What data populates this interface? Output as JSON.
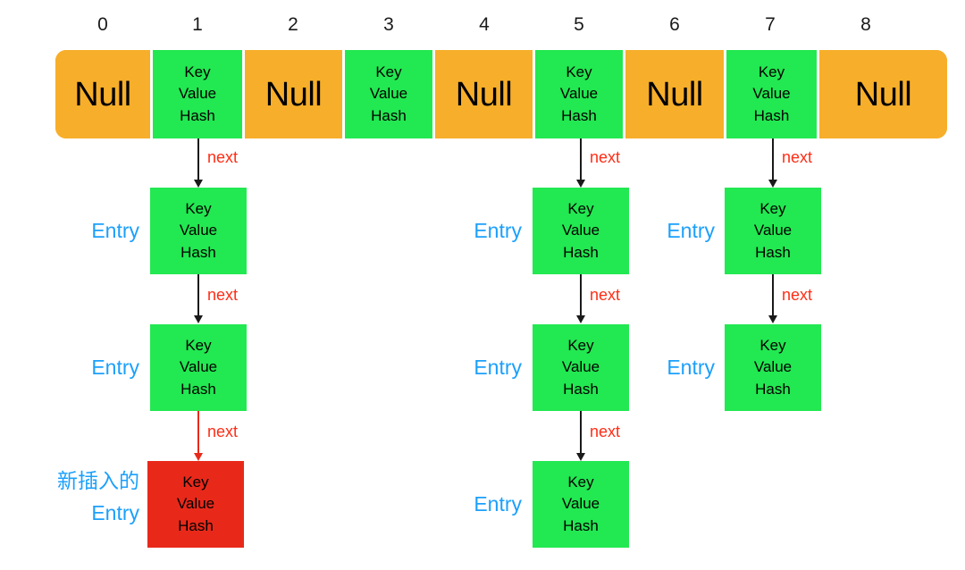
{
  "diagram": {
    "title": "HashMap bucket array with separate chaining",
    "colors": {
      "bucket_null": "#F7AE2A",
      "entry_green": "#22E851",
      "entry_new_red": "#E8291A",
      "label_blue": "#1CA0FB",
      "next_red": "#FF2D16",
      "arrow_black": "#1a1a1a",
      "background": "#FFFFFF"
    },
    "node_text": {
      "key": "Key",
      "value": "Value",
      "hash": "Hash"
    },
    "null_text": "Null",
    "next_text": "next",
    "entry_text": "Entry",
    "new_entry_text_cn": "新插入的",
    "new_entry_text_en": "Entry"
  },
  "bucket_indices": [
    "0",
    "1",
    "2",
    "3",
    "4",
    "5",
    "6",
    "7",
    "8"
  ],
  "buckets": [
    {
      "index": "0",
      "state": "Null",
      "label": "Null"
    },
    {
      "index": "1",
      "state": "Entry",
      "label": "Key Value Hash"
    },
    {
      "index": "2",
      "state": "Null",
      "label": "Null"
    },
    {
      "index": "3",
      "state": "Entry",
      "label": "Key Value Hash"
    },
    {
      "index": "4",
      "state": "Null",
      "label": "Null"
    },
    {
      "index": "5",
      "state": "Entry",
      "label": "Key Value Hash"
    },
    {
      "index": "6",
      "state": "Null",
      "label": "Null"
    },
    {
      "index": "7",
      "state": "Entry",
      "label": "Key Value Hash"
    },
    {
      "index": "8",
      "state": "Null",
      "label": "Null"
    }
  ],
  "chains": [
    {
      "bucket_index": "1",
      "nodes": [
        {
          "side_label": "Entry",
          "color": "green",
          "key": "Key",
          "value": "Value",
          "hash": "Hash",
          "incoming_arrow": "black",
          "incoming_label": "next"
        },
        {
          "side_label": "Entry",
          "color": "green",
          "key": "Key",
          "value": "Value",
          "hash": "Hash",
          "incoming_arrow": "black",
          "incoming_label": "next"
        },
        {
          "side_label_cn": "新插入的",
          "side_label": "Entry",
          "color": "red",
          "key": "Key",
          "value": "Value",
          "hash": "Hash",
          "incoming_arrow": "red",
          "incoming_label": "next"
        }
      ]
    },
    {
      "bucket_index": "5",
      "nodes": [
        {
          "side_label": "Entry",
          "color": "green",
          "key": "Key",
          "value": "Value",
          "hash": "Hash",
          "incoming_arrow": "black",
          "incoming_label": "next"
        },
        {
          "side_label": "Entry",
          "color": "green",
          "key": "Key",
          "value": "Value",
          "hash": "Hash",
          "incoming_arrow": "black",
          "incoming_label": "next"
        },
        {
          "side_label": "Entry",
          "color": "green",
          "key": "Key",
          "value": "Value",
          "hash": "Hash",
          "incoming_arrow": "black",
          "incoming_label": "next"
        }
      ]
    },
    {
      "bucket_index": "7",
      "nodes": [
        {
          "side_label": "Entry",
          "color": "green",
          "key": "Key",
          "value": "Value",
          "hash": "Hash",
          "incoming_arrow": "black",
          "incoming_label": "next"
        },
        {
          "side_label": "Entry",
          "color": "green",
          "key": "Key",
          "value": "Value",
          "hash": "Hash",
          "incoming_arrow": "black",
          "incoming_label": "next"
        }
      ]
    }
  ]
}
